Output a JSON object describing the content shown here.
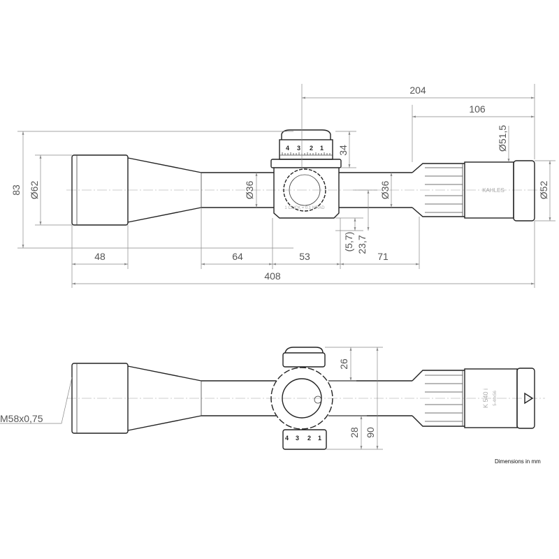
{
  "title": "Riflescope dimension drawing",
  "top_view": {
    "dims": {
      "d204": "204",
      "d106": "106",
      "d83": "83",
      "dia62": "Ø62",
      "d34": "34",
      "dia51_5": "Ø51,5",
      "dia52": "Ø52",
      "dia36_left": "Ø36",
      "dia36_right": "Ø36",
      "d5_7": "(5,7)",
      "d23_7": "23,7",
      "d48": "48",
      "d64": "64",
      "d53": "53",
      "d71": "71",
      "d408": "408"
    },
    "turret_numbers": [
      "4",
      "3",
      "2",
      "1"
    ],
    "turret_caption": "1 CLICK = 0.1 MRAD",
    "brand": "KAHLES"
  },
  "side_view": {
    "dims": {
      "d26": "26",
      "d28": "28",
      "d90": "90",
      "thread": "M58x0,75"
    },
    "turret_numbers": [
      "4",
      "3",
      "2",
      "1"
    ],
    "model": "K 540 i",
    "magnification": "5-40x56"
  },
  "note": "Dimensions in mm"
}
